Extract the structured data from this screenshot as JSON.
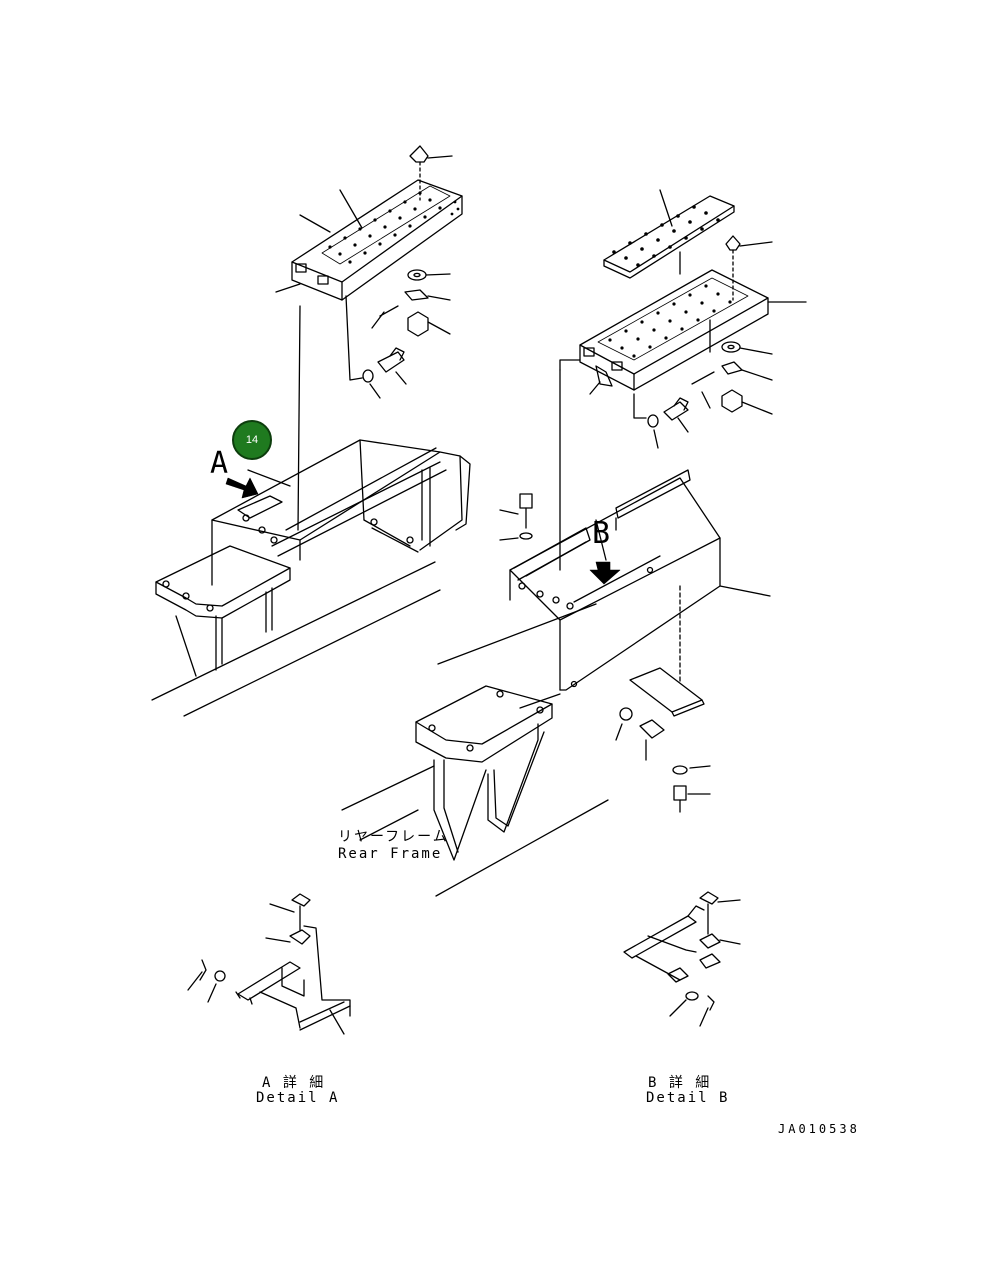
{
  "diagram": {
    "rear_frame_label_jp": "リヤーフレーム",
    "rear_frame_label_en": "Rear Frame",
    "view_a_letter": "A",
    "view_b_letter": "B",
    "detail_a_jp": "A 詳 細",
    "detail_a_en": "Detail A",
    "detail_b_jp": "B 詳 細",
    "detail_b_en": "Detail B",
    "drawing_code": "JA010538"
  },
  "hotspot": {
    "label": "14",
    "color": "#1f7a1f",
    "border_color": "#0d3d0d"
  },
  "line_color": "#000000"
}
